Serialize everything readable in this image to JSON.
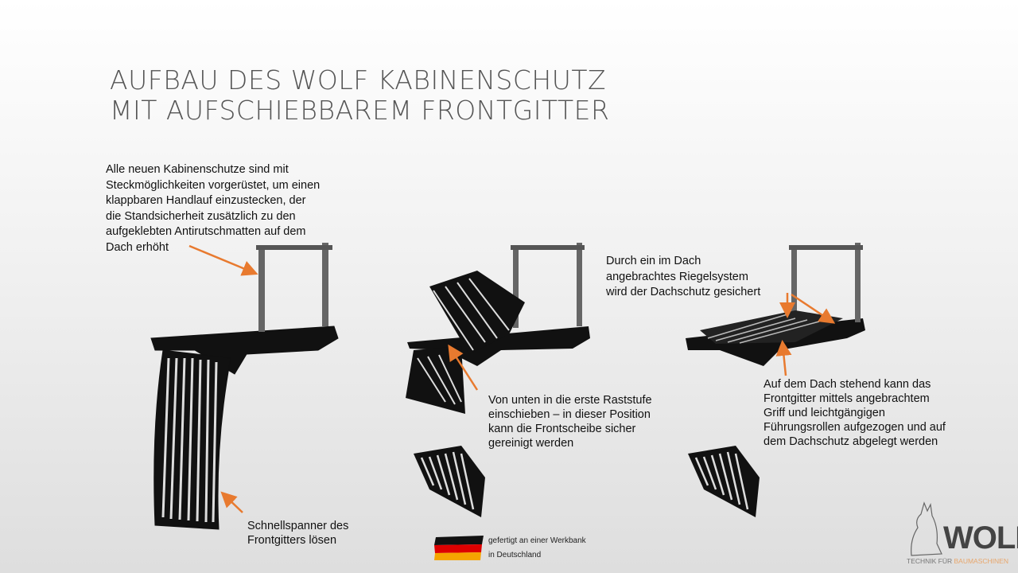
{
  "title": {
    "lines": [
      "AUFBAU DES WOLF KABINENSCHUTZ",
      "MIT AUFSCHIEBBAREM FRONTGITTER"
    ]
  },
  "annotations": {
    "handlauf": [
      "Alle neuen Kabinenschutze sind mit",
      "Steckmöglichkeiten vorgerüstet, um einen",
      "klappbaren Handlauf einzustecken, der",
      "die Standsicherheit zusätzlich zu den",
      "aufgeklebten Antirutschmatten auf dem",
      "Dach erhöht"
    ],
    "riegelsystem": [
      "Durch ein im Dach",
      "angebrachtes Riegelsystem",
      "wird der Dachschutz gesichert"
    ],
    "raststufe": [
      "Von unten in die erste Raststufe",
      "einschieben – in dieser Position",
      "kann die Frontscheibe sicher",
      "gereinigt werden"
    ],
    "dach": [
      "Auf dem Dach stehend kann das",
      "Frontgitter mittels angebrachtem",
      "Griff und leichtgängigen",
      "Führungsrollen aufgezogen und auf",
      "dem Dachschutz abgelegt werden"
    ],
    "schnellspanner": [
      "Schnellspanner des",
      "Frontgitters lösen"
    ]
  },
  "footer": {
    "made_in": [
      "gefertigt an einer Werkbank",
      "in Deutschland"
    ]
  },
  "logo": {
    "word": "WOLF",
    "tagline_a": "TECHNIK FÜR ",
    "tagline_b": "BAUMASCHINEN"
  },
  "colors": {
    "arrow": "#e87a2f",
    "title": "#555555",
    "frame": "#111111"
  }
}
